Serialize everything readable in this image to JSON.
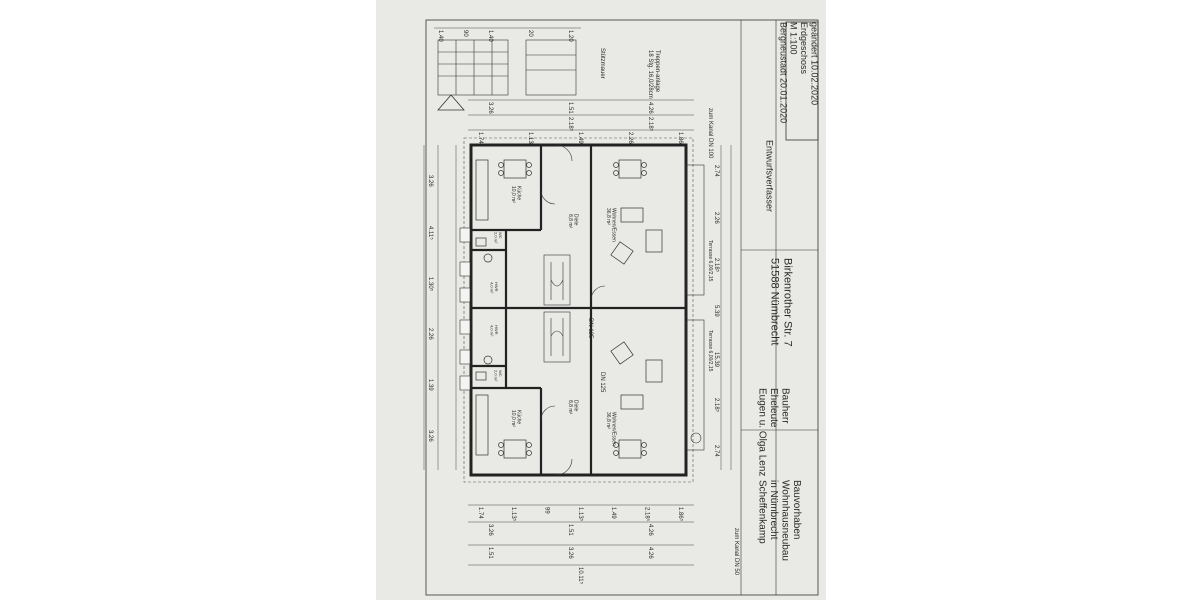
{
  "project_block": {
    "label": "Bauvorhaben",
    "line1": "Wohnhausneubau",
    "line2": "in Nümbrecht",
    "line3": "Scheffenkamp"
  },
  "owner_block": {
    "label": "Bauherr",
    "line1": "Eheleute",
    "line2": "Eugen u. Olga Lenz"
  },
  "address_block": {
    "street": "Birkenrother Str. 7",
    "city": "51588 Nümbrecht"
  },
  "designer_label": "Entwurfsverfasser",
  "title_block": {
    "changed": "geändert 10.02.2020",
    "floor": "Erdgeschoss",
    "scale": "M 1:100",
    "extra": "Bergneustadt 20.01.2020"
  },
  "notes": {
    "stairs": "Treppen-anlage",
    "steps": "18 Stg. 16,0/28cm",
    "support_wall": "Stützmauer",
    "canal_top": "zum Kanal DN 100",
    "canal_bottom": "zum Kanal DN 50",
    "pipe_top": "DN 125",
    "pipe_bottom": "DN 125",
    "terrace_top": "Terrasse 6,00/2,15",
    "terrace_bottom": "Terrasse 6,00/2,15"
  },
  "rooms": [
    {
      "name": "Küche",
      "area": "10,0 m²"
    },
    {
      "name": "Diele",
      "area": "8,8 m²"
    },
    {
      "name": "Wohnen/Essen",
      "area": "36,8 m²"
    },
    {
      "name": "WC",
      "area": "2,0 m²"
    },
    {
      "name": "HWR",
      "area": "4,0 m²"
    },
    {
      "name": "HWR",
      "area": "4,0 m²"
    },
    {
      "name": "WC",
      "area": "2,0 m²"
    },
    {
      "name": "Küche",
      "area": "10,0 m²"
    },
    {
      "name": "Diele",
      "area": "8,8 m²"
    },
    {
      "name": "Wohnen/Essen",
      "area": "36,8 m²"
    }
  ],
  "dimensions": {
    "top_row": [
      "1.40",
      "90",
      "1.40",
      "20",
      "1.20"
    ],
    "row2": [
      "3.26",
      "1.51",
      "4.26"
    ],
    "row3": [
      "2.18⁵",
      "2.18⁵"
    ],
    "row4": [
      "1.74",
      "1.13⁵",
      "1.49",
      "2.26",
      "1.86⁵"
    ],
    "left_col": [
      "3.26",
      "4.11⁵",
      "1.30⁵",
      "2.26",
      "1.39",
      "3.26"
    ],
    "right_col": [
      "2.74",
      "2.26",
      "2.18⁵",
      "5.39",
      "15.39",
      "2.18⁵",
      "2.74"
    ],
    "bottom_row1": [
      "1.74",
      "1.13⁵",
      "99",
      "1.13⁵",
      "1.49",
      "2.18⁵",
      "1.86⁵"
    ],
    "bottom_row2": [
      "3.26",
      "1.51",
      "4.26"
    ],
    "bottom_row3": [
      "1.51",
      "3.26",
      "4.26"
    ],
    "bottom_total": "10.11⁵"
  },
  "colors": {
    "sheet": "#e9e9e6",
    "ink": "#2a2a2a"
  }
}
